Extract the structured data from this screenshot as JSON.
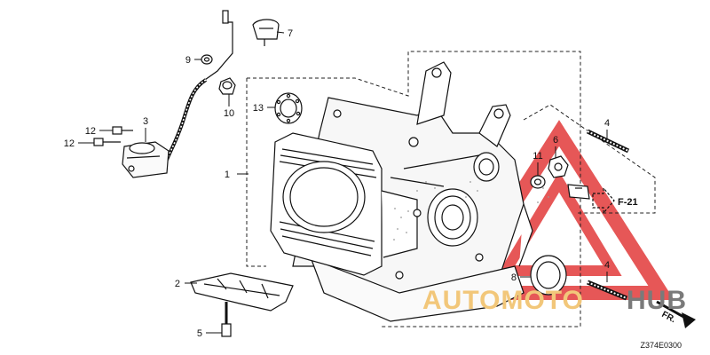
{
  "diagram": {
    "callouts": [
      {
        "label": "1"
      },
      {
        "label": "2"
      },
      {
        "label": "3"
      },
      {
        "label": "4"
      },
      {
        "label": "4"
      },
      {
        "label": "5"
      },
      {
        "label": "6"
      },
      {
        "label": "7"
      },
      {
        "label": "8"
      },
      {
        "label": "9"
      },
      {
        "label": "10"
      },
      {
        "label": "11"
      },
      {
        "label": "12"
      },
      {
        "label": "12"
      },
      {
        "label": "13"
      }
    ],
    "reference": "F-21",
    "direction_label": "FR.",
    "drawing_code": "Z374E0300"
  },
  "watermark": {
    "word_a": "AUTOMOTO",
    "word_b": "HUB",
    "colors": {
      "triangle": "#e23a3a",
      "word_a": "#f2c77a",
      "word_b": "#7a7a7a"
    }
  }
}
